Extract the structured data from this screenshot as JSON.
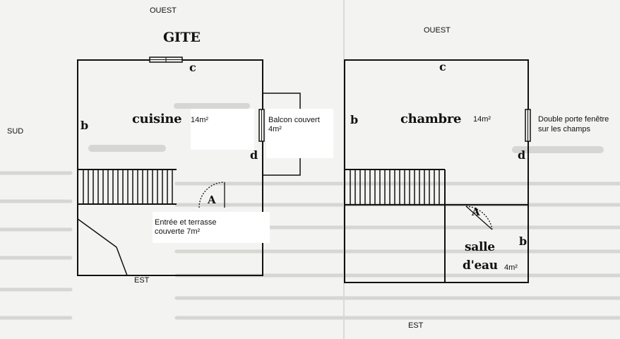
{
  "plans": {
    "left": {
      "orientation_top": "OUEST",
      "orientation_left": "SUD",
      "orientation_bottom": "EST",
      "title": "GITE",
      "room": "cuisine",
      "room_area": "14m²",
      "wall_top": "c",
      "wall_left": "b",
      "wall_right": "d",
      "door_mark": "A",
      "balcony": {
        "name": "Balcon couvert",
        "area": "4m²"
      },
      "entrance": {
        "line1": "Entrée et terrasse",
        "line2": "couverte 7m²"
      }
    },
    "right": {
      "orientation_top": "OUEST",
      "orientation_bottom": "EST",
      "room": "chambre",
      "room_area": "14m²",
      "wall_top": "c",
      "wall_left": "b",
      "wall_right": "d",
      "door_mark": "A",
      "window": {
        "line1": "Double porte fenêtre",
        "line2": "sur les champs"
      },
      "bathroom": {
        "line1": "salle",
        "line2": "d'eau",
        "area": "4m²",
        "wall_right": "b"
      }
    }
  },
  "colors": {
    "ink": "#111111",
    "paper": "#f3f3f1",
    "ghost_text": "#cfcfcc"
  }
}
